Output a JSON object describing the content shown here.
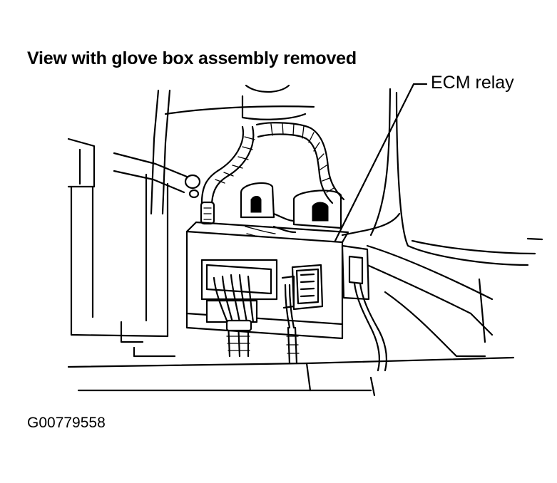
{
  "figure": {
    "title": "View with glove box assembly removed",
    "callout_label": "ECM relay",
    "figure_id": "G00779558"
  }
}
